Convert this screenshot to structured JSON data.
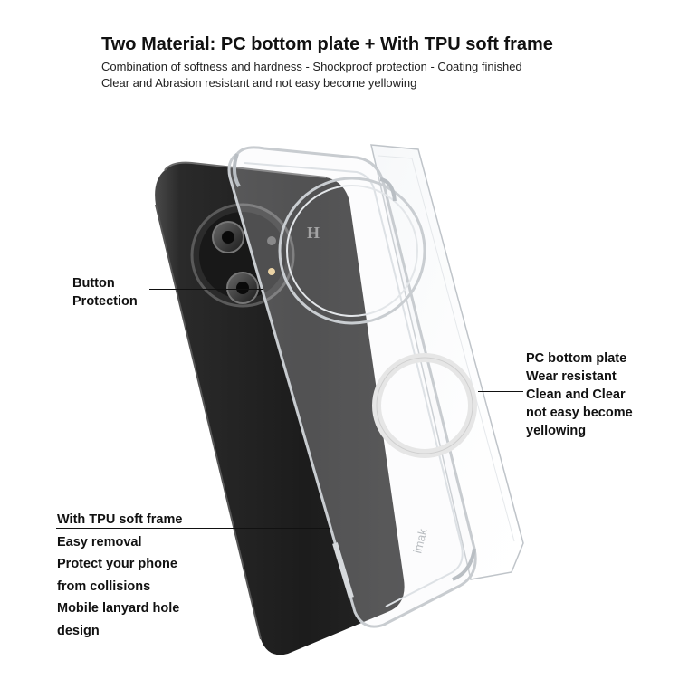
{
  "header": {
    "title": "Two Material:  PC bottom plate + With TPU soft frame",
    "line1": "Combination of softness and hardness - Shockproof protection - Coating finished",
    "line2": "Clear and Abrasion resistant and not easy become yellowing"
  },
  "callouts": {
    "button": [
      "Button",
      "Protection"
    ],
    "pc": [
      "PC bottom plate",
      "Wear resistant",
      "Clean and Clear",
      "not easy become",
      "yellowing"
    ],
    "tpu": [
      "With TPU soft frame",
      "Easy removal",
      "Protect your phone",
      "from collisions",
      "Mobile lanyard hole",
      "design"
    ]
  },
  "brand": {
    "case_mark": "imak",
    "phone_logo": "H"
  },
  "colors": {
    "phone_body": "#1e1e1e",
    "case_edge": "#c8ccd0",
    "magsafe_ring": "#e6e6e6"
  }
}
